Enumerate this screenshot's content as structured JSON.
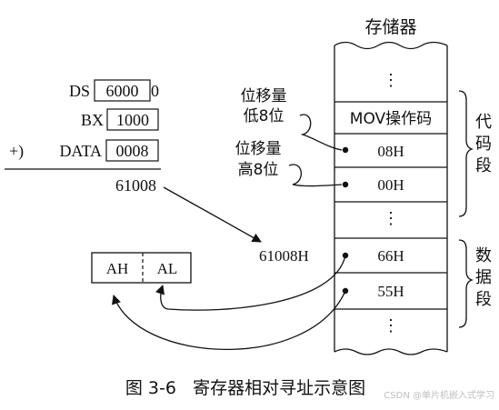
{
  "memory": {
    "title": "存储器",
    "cells": {
      "dots_top": "⋮",
      "opcode": "MOV操作码",
      "disp_low": "08H",
      "disp_high": "00H",
      "dots_mid": "⋮",
      "data_low": "66H",
      "data_high": "55H",
      "dots_bottom": "⋮"
    },
    "address_label": "61008H",
    "segments": {
      "code": [
        "代",
        "码",
        "段"
      ],
      "data": [
        "数",
        "据",
        "段"
      ]
    },
    "callouts": {
      "low_line1": "位移量",
      "low_line2": "低8位",
      "high_line1": "位移量",
      "high_line2": "高8位"
    }
  },
  "calc": {
    "ds_label": "DS",
    "ds_value": "6000",
    "ds_suffix": "0",
    "bx_label": "BX",
    "bx_value": "1000",
    "plus_label": "+)",
    "data_label": "DATA",
    "data_value": "0008",
    "result": "61008"
  },
  "register": {
    "ah": "AH",
    "al": "AL"
  },
  "caption": "图 3-6   寄存器相对寻址示意图",
  "watermark": "CSDN @单片机嵌入式学习"
}
